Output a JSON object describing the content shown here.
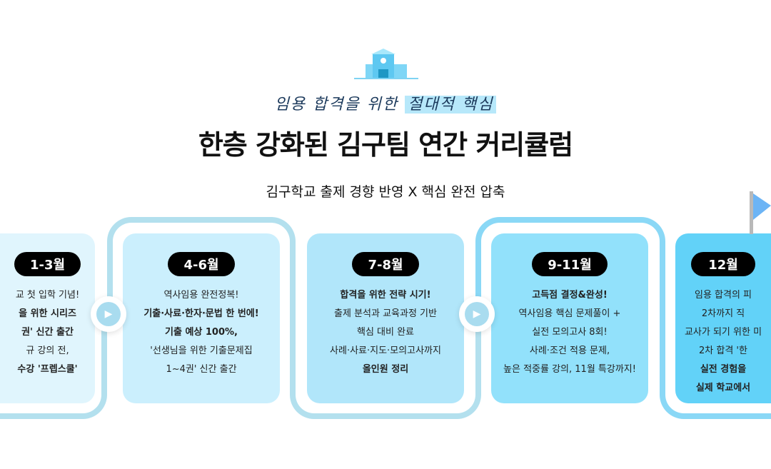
{
  "header": {
    "script_plain": "임용 합격을 위한",
    "script_highlight": "절대적 핵심",
    "title": "한층 강화된 김구팀 연간 커리큘럼",
    "subtitle": "김구학교 출제 경향 반영 X 핵심 완전 압축"
  },
  "cards": [
    {
      "period": "1-3월",
      "lines": [
        {
          "t": "교 첫 입학 기념!",
          "b": false
        },
        {
          "t": "을 위한 시리즈",
          "b": true
        },
        {
          "t": "권' 신간 출간",
          "b": true
        },
        {
          "t": "규 강의 전,",
          "b": false
        },
        {
          "t": "수강 '프렙스쿨'",
          "b": true
        }
      ]
    },
    {
      "period": "4-6월",
      "lines": [
        {
          "t": "역사임용 완전정복!",
          "b": false
        },
        {
          "t": "기출·사료·한자·문법 한 번에!",
          "b": true
        },
        {
          "t": "기출 예상 100%,",
          "b": true
        },
        {
          "t": "'선생님을 위한 기출문제집",
          "b": false
        },
        {
          "t": "1~4권' 신간 출간",
          "b": false
        }
      ]
    },
    {
      "period": "7-8월",
      "lines": [
        {
          "t": "합격을 위한 전략 시기!",
          "b": true
        },
        {
          "t": "출제 분석과 교육과정 기반",
          "b": false
        },
        {
          "t": "핵심 대비 완료",
          "b": false
        },
        {
          "t": "사례·사료·지도·모의고사까지",
          "b": false
        },
        {
          "t": "올인원 정리",
          "b": true
        }
      ]
    },
    {
      "period": "9-11월",
      "lines": [
        {
          "t": "고득점 결정&완성!",
          "b": true
        },
        {
          "t": "역사임용 핵심 문제풀이 +",
          "b": false
        },
        {
          "t": "실전 모의고사 8회!",
          "b": false
        },
        {
          "t": "사례·조건 적용 문제,",
          "b": false
        },
        {
          "t": "높은 적중률 강의, 11월 특강까지!",
          "b": false
        }
      ]
    },
    {
      "period": "12월",
      "lines": [
        {
          "t": "임용 합격의 피",
          "b": false
        },
        {
          "t": "2차까지 직",
          "b": false
        },
        {
          "t": "교사가 되기 위한 미",
          "b": false
        },
        {
          "t": "2차 합격 '한",
          "b": false
        },
        {
          "t": "실전 경험을 ",
          "b": true
        },
        {
          "t": "실제 학교에서",
          "b": true
        }
      ]
    }
  ],
  "colors": {
    "card_bg": [
      "#e0f5fd",
      "#cbeffd",
      "#b1e6fa",
      "#92e1fb",
      "#62d2f8"
    ],
    "frame": "#b3e0ee"
  }
}
